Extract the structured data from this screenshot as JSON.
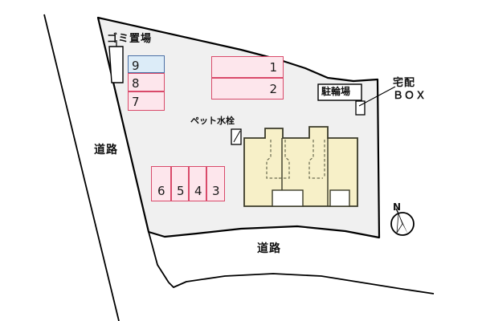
{
  "plan": {
    "type": "site-layout-plan",
    "background_color": "#ffffff",
    "site": {
      "name": "property-lot",
      "fill_color": "#f0f0f0",
      "stroke_color": "#000000"
    },
    "building": {
      "name": "apartment-building",
      "fill_color": "#f7f0c8",
      "stroke_color": "#3a3a28"
    }
  },
  "labels": {
    "gomi": "ゴミ置場",
    "pet": "ペット水栓",
    "chuurinjou": "駐輪場",
    "takuhai_line1": "宅配",
    "takuhai_line2": "ＢＯＸ",
    "road_left": "道路",
    "road_bottom": "道路",
    "north": "N"
  },
  "parking": {
    "stack_left": {
      "name": "parking-stack-left",
      "stalls": [
        {
          "number": "9",
          "fill": "#dcecf8",
          "stroke": "#4a6fa5"
        },
        {
          "number": "8",
          "fill": "#fde6ec",
          "stroke": "#d94a6a"
        },
        {
          "number": "7",
          "fill": "#fde6ec",
          "stroke": "#d94a6a"
        }
      ]
    },
    "stack_top": {
      "name": "parking-stack-top",
      "stalls": [
        {
          "number": "1",
          "fill": "#fde6ec",
          "stroke": "#d94a6a"
        },
        {
          "number": "2",
          "fill": "#fde6ec",
          "stroke": "#d94a6a"
        }
      ]
    },
    "row_bottom": {
      "name": "parking-row-bottom",
      "stalls": [
        {
          "number": "6",
          "fill": "#fde6ec",
          "stroke": "#d94a6a"
        },
        {
          "number": "5",
          "fill": "#fde6ec",
          "stroke": "#d94a6a"
        },
        {
          "number": "4",
          "fill": "#fde6ec",
          "stroke": "#d94a6a"
        },
        {
          "number": "3",
          "fill": "#fde6ec",
          "stroke": "#d94a6a"
        }
      ]
    }
  }
}
